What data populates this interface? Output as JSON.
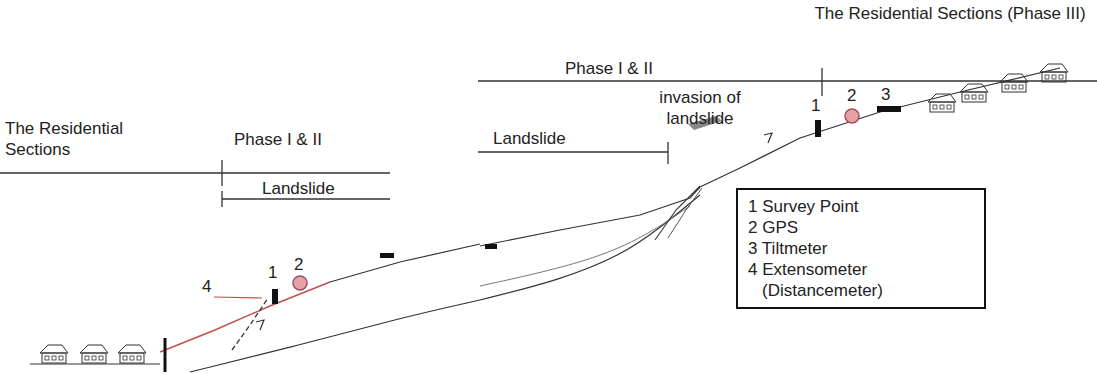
{
  "diagram": {
    "nodes": [
      {
        "text": [
          "1 Survey Point",
          "2 GPS",
          "3 Tiltmeter",
          "4 Extensometer (Distancemeter)"
        ]
      }
    ],
    "labels": [
      "The Residential Sections",
      "Phase I & II",
      "Landslide",
      "4",
      "1",
      "2",
      "Phase I & II",
      "The Residential Sections (Phase III)",
      "invasion of landslide",
      "Landslide",
      "1",
      "2",
      "3"
    ]
  }
}
